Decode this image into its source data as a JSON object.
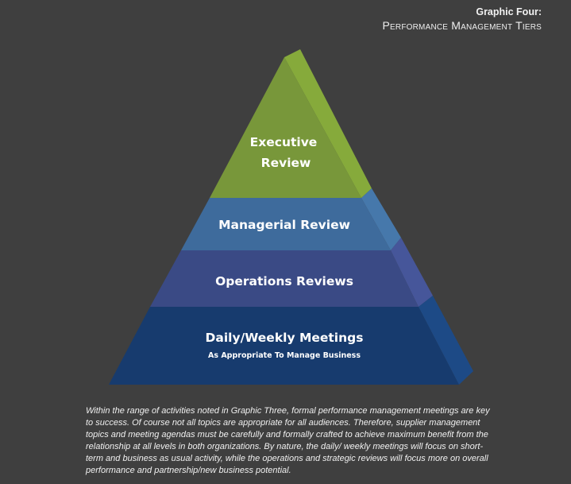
{
  "header": {
    "label": "Graphic Four:",
    "title": "Performance Management Tiers"
  },
  "pyramid": {
    "tiers": [
      {
        "line1": "Executive",
        "line2": "Review",
        "color": "#78973a",
        "side_color": "#86aa3b"
      },
      {
        "line1": "Managerial Review",
        "color": "#3e6b9c",
        "side_color": "#4678ab"
      },
      {
        "line1": "Operations Reviews",
        "color": "#3a4a85",
        "side_color": "#46569a"
      },
      {
        "line1": "Daily/Weekly Meetings",
        "subline": "As Appropriate To Manage Business",
        "color": "#173b6e",
        "side_color": "#1d4a86"
      }
    ]
  },
  "caption": "Within the range of activities noted in Graphic Three, formal performance management meetings are key to success. Of course not all topics are appropriate for all audiences. Therefore, supplier management topics and meeting agendas must be carefully and formally crafted to achieve maximum benefit from the relationship at all levels in both organizations. By nature, the daily/ weekly meetings will focus on short-term and business as usual activity, while the operations and strategic reviews will focus more on overall performance and partnership/new business potential."
}
